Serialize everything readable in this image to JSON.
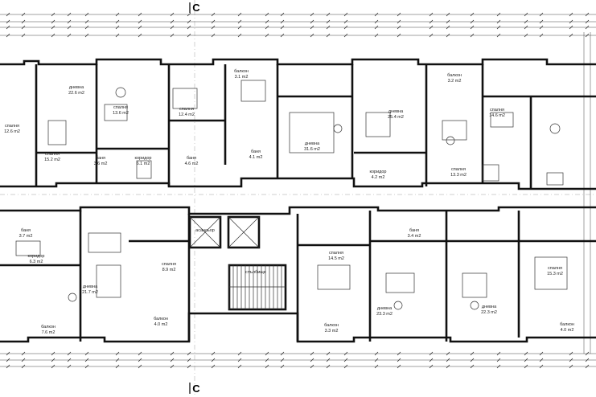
{
  "section_markers": [
    "C",
    "C"
  ],
  "rooms_top": [
    {
      "id": "r1",
      "name": "спалня",
      "area": "12.6 m2"
    },
    {
      "id": "r2",
      "name": "дневна",
      "area": "22.6 m2"
    },
    {
      "id": "r3",
      "name": "спалня",
      "area": "15.2 m2"
    },
    {
      "id": "r4",
      "name": "спалня",
      "area": "13.6 m2"
    },
    {
      "id": "r5",
      "name": "спалня",
      "area": "12.4 m2"
    },
    {
      "id": "r6",
      "name": "балкон",
      "area": "3.1 m2"
    },
    {
      "id": "r7",
      "name": "дневна",
      "area": "31.6 m2"
    },
    {
      "id": "r8",
      "name": "дневна",
      "area": "25.4 m2"
    },
    {
      "id": "r9",
      "name": "балкон",
      "area": "3.2 m2"
    },
    {
      "id": "r10",
      "name": "спалня",
      "area": "14.6 m2"
    },
    {
      "id": "r11",
      "name": "спалня",
      "area": "13.3 m2"
    },
    {
      "id": "r12",
      "name": "баня",
      "area": "4.6 m2"
    },
    {
      "id": "r13",
      "name": "баня",
      "area": "3.6 m2"
    },
    {
      "id": "r14",
      "name": "коридор",
      "area": "6.1 m2"
    },
    {
      "id": "r15",
      "name": "баня",
      "area": "4.1 m2"
    },
    {
      "id": "r16",
      "name": "коридор",
      "area": "4.2 m2"
    }
  ],
  "rooms_bottom": [
    {
      "id": "b1",
      "name": "баня",
      "area": "3.7 m2"
    },
    {
      "id": "b2",
      "name": "коридор",
      "area": "6.3 m2"
    },
    {
      "id": "b3",
      "name": "дневна",
      "area": "21.7 m2"
    },
    {
      "id": "b4",
      "name": "спалня",
      "area": "8.9 m2"
    },
    {
      "id": "b5",
      "name": "балкон",
      "area": "4.0 m2"
    },
    {
      "id": "b6",
      "name": "балкон",
      "area": "7.6 m2"
    },
    {
      "id": "b7",
      "name": "спалня",
      "area": "14.5 m2"
    },
    {
      "id": "b8",
      "name": "балкон",
      "area": "3.3 m2"
    },
    {
      "id": "b9",
      "name": "дневна",
      "area": "23.3 m2"
    },
    {
      "id": "b10",
      "name": "баня",
      "area": "3.4 m2"
    },
    {
      "id": "b11",
      "name": "дневна",
      "area": "22.3 m2"
    },
    {
      "id": "b12",
      "name": "спалня",
      "area": "15.3 m2"
    },
    {
      "id": "b13",
      "name": "балкон",
      "area": "4.0 m2"
    },
    {
      "id": "b14",
      "name": "асансьор",
      "area": ""
    },
    {
      "id": "b15",
      "name": "стълбище",
      "area": ""
    }
  ]
}
